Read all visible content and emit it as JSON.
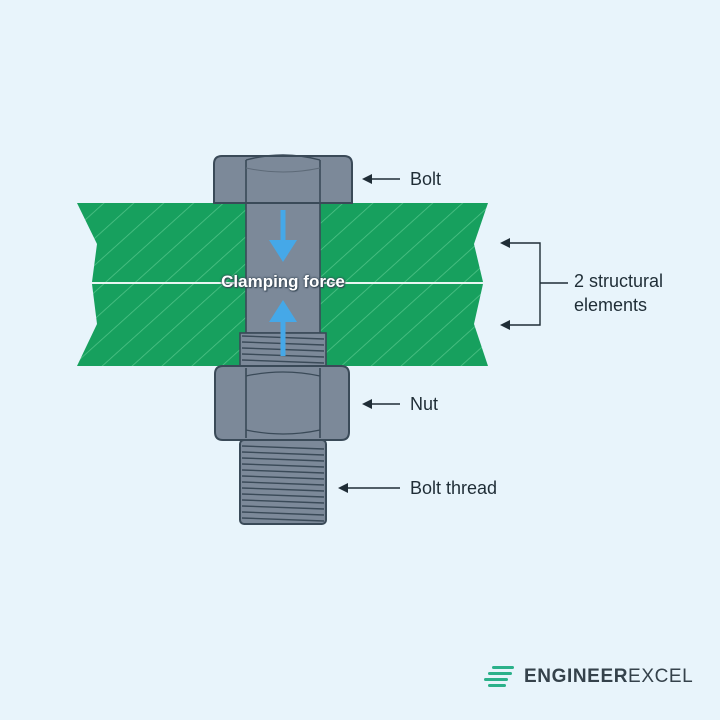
{
  "labels": {
    "bolt": "Bolt",
    "clamping_force": "Clamping force",
    "structural_line1": "2 structural",
    "structural_line2": "elements",
    "nut": "Nut",
    "bolt_thread": "Bolt thread"
  },
  "logo": {
    "word_a": "ENGINEER",
    "word_b": "EXCEL"
  },
  "colors": {
    "background": "#e8f4fb",
    "plate_green": "#17a05e",
    "steel": "#7c8999",
    "steel_dark": "#5d6a78",
    "outline": "#3a4a58",
    "arrow_blue": "#45a8e8",
    "logo_accent": "#2bb18a"
  },
  "icons": [
    "engineerexcel-logo-icon",
    "arrow-down-icon",
    "arrow-up-icon"
  ]
}
